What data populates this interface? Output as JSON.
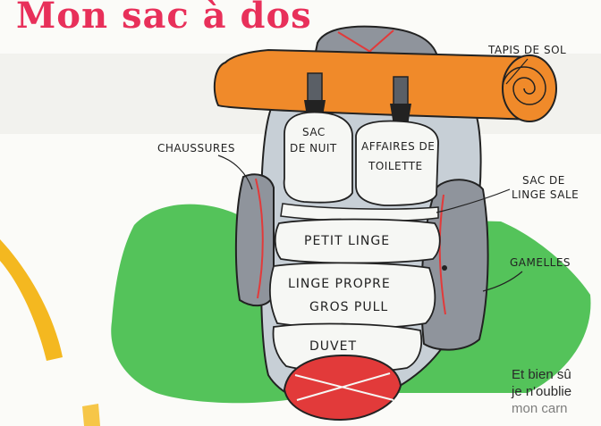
{
  "title": "Mon sac à dos",
  "colors": {
    "title": "#e8305a",
    "grass": "#54c35a",
    "pad": "#f08a2a",
    "bag": "#c7cfd6",
    "pocket": "#8f949c",
    "accent_red": "#e23a3a",
    "swoosh": "#f4b820"
  },
  "labels": {
    "tapis": "TAPIS DE SOL",
    "chaussures": "CHAUSSURES",
    "sac_de_linge_sale_1": "SAC DE",
    "sac_de_linge_sale_2": "LINGE SALE",
    "gamelles": "GAMELLES",
    "sac_de_nuit_1": "SAC",
    "sac_de_nuit_2": "DE NUIT",
    "affaires_1": "AFFAIRES DE",
    "affaires_2": "TOILETTE",
    "petit_linge": "PETIT LINGE",
    "linge_propre": "LINGE PROPRE",
    "gros_pull": "GROS PULL",
    "duvet": "DUVET"
  },
  "caption": {
    "line1": "Et bien sû",
    "line2": "je n'oublie",
    "line3": "mon carn"
  }
}
